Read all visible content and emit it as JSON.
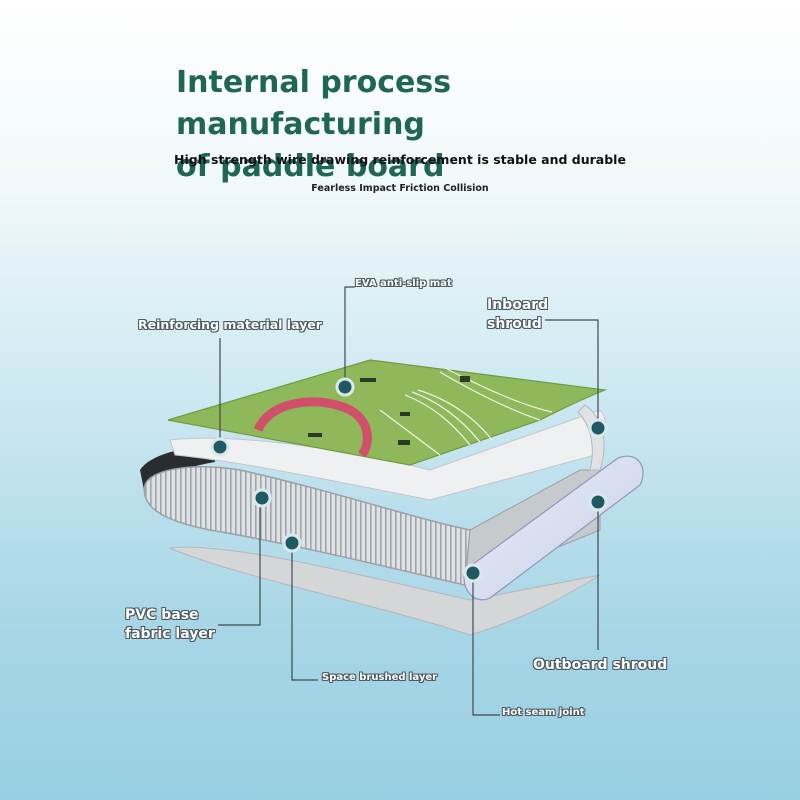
{
  "header": {
    "title_line1": "Internal process manufacturing",
    "title_line2": "of paddle board",
    "subtitle": "High strength wire drawing reinforcement is stable and durable",
    "tagline": "Fearless Impact Friction Collision"
  },
  "labels": {
    "eva": "EVA anti-slip mat",
    "inboard_line1": "Inboard",
    "inboard_line2": "shroud",
    "reinforcing": "Reinforcing material layer",
    "pvc_line1": "PVC base",
    "pvc_line2": "fabric layer",
    "space": "Space brushed layer",
    "outboard": "Outboard shroud",
    "hot_seam": "Hot seam joint"
  },
  "colors": {
    "title": "#1f6655",
    "deck_green": "#8fb85a",
    "marker": "#1f5a63"
  }
}
